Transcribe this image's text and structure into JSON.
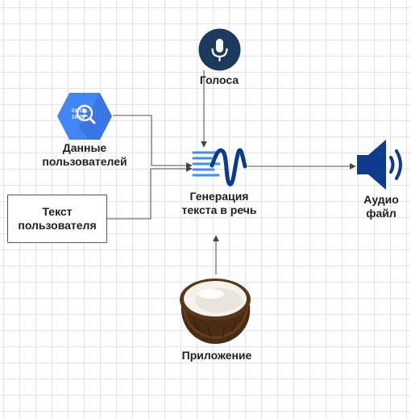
{
  "nodes": {
    "voices": {
      "label": "Голоса"
    },
    "user_data": {
      "label": "Данные пользователей",
      "hex_digits": [
        "01 15",
        "10 05"
      ]
    },
    "user_text": {
      "label": "Текст пользователя"
    },
    "tts": {
      "label": "Генерация текста в речь"
    },
    "audio": {
      "label": "Аудио файл"
    },
    "app": {
      "label": "Приложение"
    }
  },
  "colors": {
    "line": "#555555",
    "mic_circle": "#1c3a5e",
    "hexagon": "#4285f4",
    "wave_blue": "#3d8ef0",
    "speaker": "#0f3b8c"
  }
}
